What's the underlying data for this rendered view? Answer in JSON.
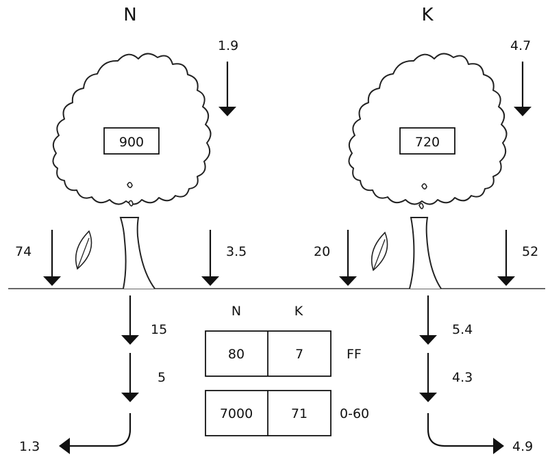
{
  "left_tree": {
    "header": "N",
    "crown_value": "900",
    "canopy_flux": "1.9",
    "litterfall": "74",
    "throughfall": "3.5",
    "soil_flux_1": "15",
    "soil_flux_2": "5",
    "outflow": "1.3"
  },
  "right_tree": {
    "header": "K",
    "crown_value": "720",
    "canopy_flux": "4.7",
    "litterfall": "20",
    "throughfall": "52",
    "soil_flux_1": "5.4",
    "soil_flux_2": "4.3",
    "outflow": "4.9"
  },
  "soil_table": {
    "col_headers": [
      "N",
      "K"
    ],
    "rows": [
      {
        "values": [
          "80",
          "7"
        ],
        "label": "FF"
      },
      {
        "values": [
          "7000",
          "71"
        ],
        "label": "0-60"
      }
    ]
  },
  "colors": {
    "ink": "#111111",
    "background": "#ffffff"
  }
}
